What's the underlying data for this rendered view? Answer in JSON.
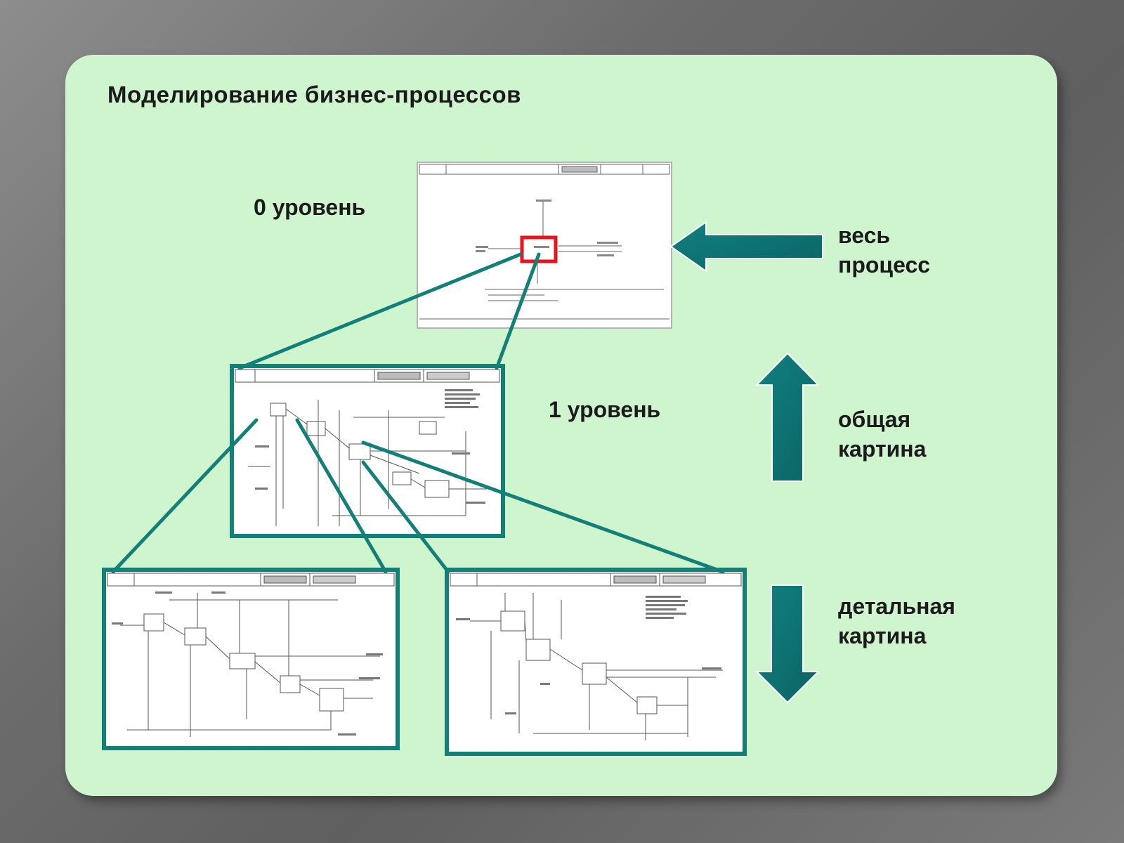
{
  "title": "Моделирование бизнес-процессов",
  "levels": {
    "level0": "0 уровень",
    "level1": "1 уровень"
  },
  "side_labels": {
    "whole_process": [
      "весь",
      "процесс"
    ],
    "big_picture": [
      "общая",
      "картина"
    ],
    "detailed_picture": [
      "детальная",
      "картина"
    ]
  },
  "colors": {
    "slide_background": "#cff5cf",
    "frame": "#138078",
    "arrow": "#0e7373",
    "highlight": "#e8141b"
  }
}
